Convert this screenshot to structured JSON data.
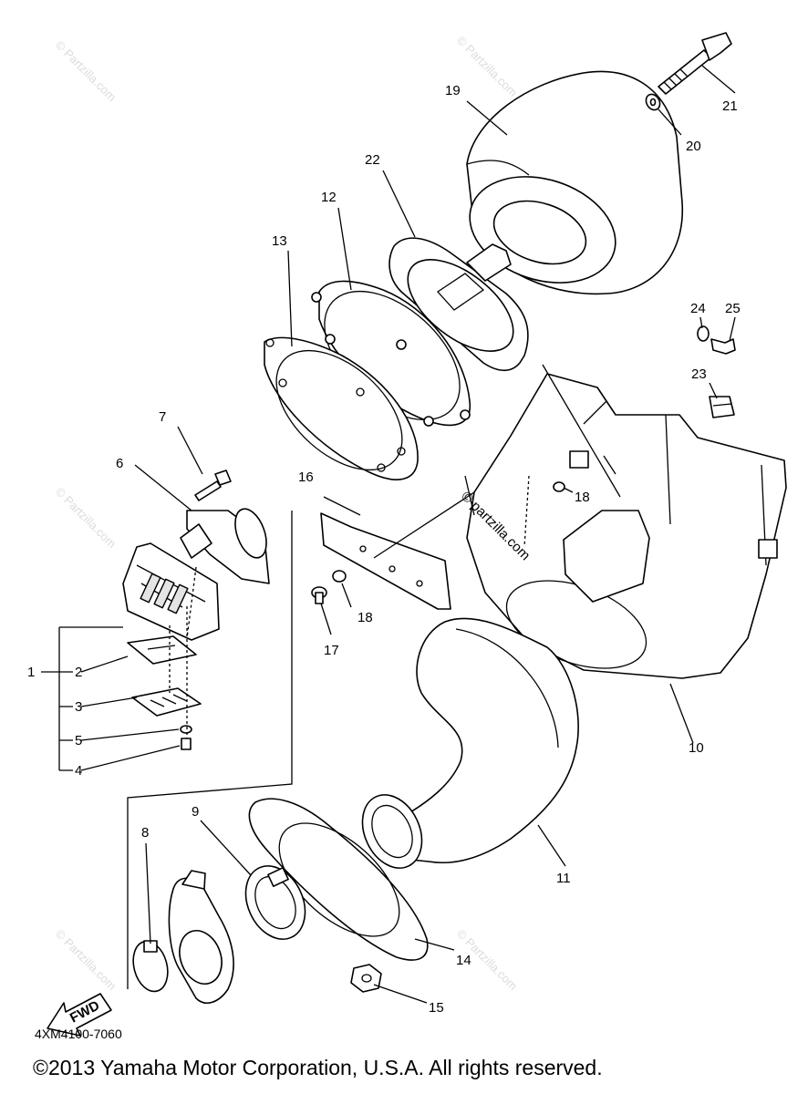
{
  "watermark": "© Partzilla.com",
  "diagram_code": "4XM4100-7060",
  "copyright": "©2013 Yamaha Motor Corporation, U.S.A. All rights reserved.",
  "fwd_label": "FWD",
  "center_watermark": "© partzilla.com",
  "callouts": {
    "p1": "1",
    "p2": "2",
    "p3": "3",
    "p4": "4",
    "p5": "5",
    "p6": "6",
    "p7": "7",
    "p8": "8",
    "p9": "9",
    "p10": "10",
    "p11": "11",
    "p12": "12",
    "p13": "13",
    "p14": "14",
    "p15": "15",
    "p16": "16",
    "p17": "17",
    "p18a": "18",
    "p18b": "18",
    "p19": "19",
    "p20": "20",
    "p21": "21",
    "p22": "22",
    "p23": "23",
    "p24": "24",
    "p25": "25"
  }
}
